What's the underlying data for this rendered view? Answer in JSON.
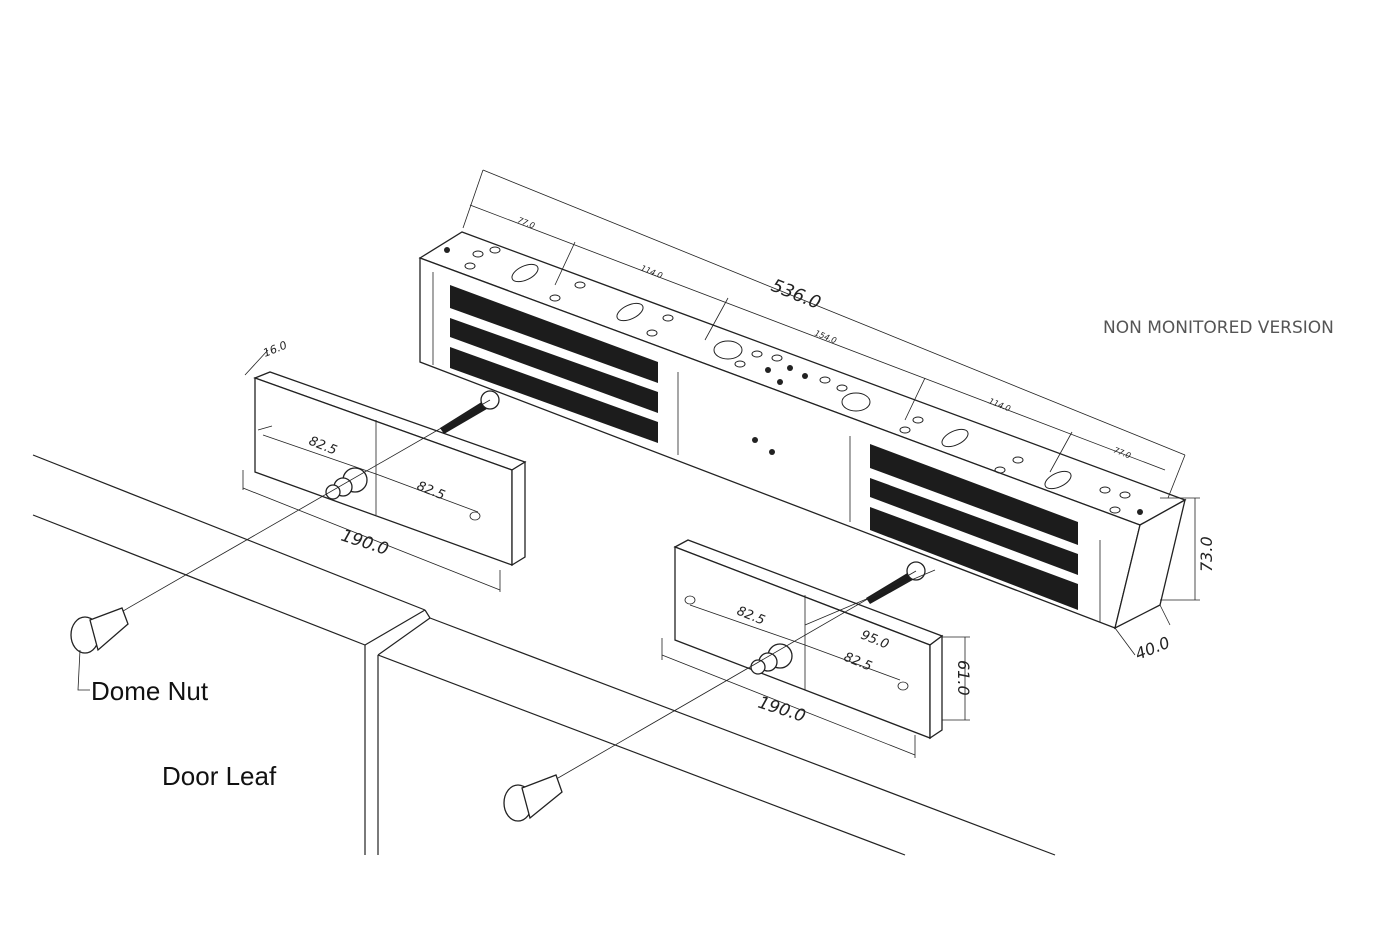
{
  "title_note": "NON MONITORED VERSION",
  "labels": {
    "dome_nut": "Dome Nut",
    "door_leaf": "Door Leaf"
  },
  "magnet_dims": {
    "overall_length": "536.0",
    "seg1": "77.0",
    "seg2": "114.0",
    "seg3": "154.0",
    "seg4": "114.0",
    "seg5": "77.0",
    "height": "73.0",
    "depth": "40.0"
  },
  "left_plate_dims": {
    "thickness": "16.0",
    "half_a": "82.5",
    "half_b": "82.5",
    "length": "190.0"
  },
  "right_plate_dims": {
    "half_a": "82.5",
    "half_b": "82.5",
    "offset": "95.0",
    "length": "190.0",
    "height": "61.0"
  }
}
